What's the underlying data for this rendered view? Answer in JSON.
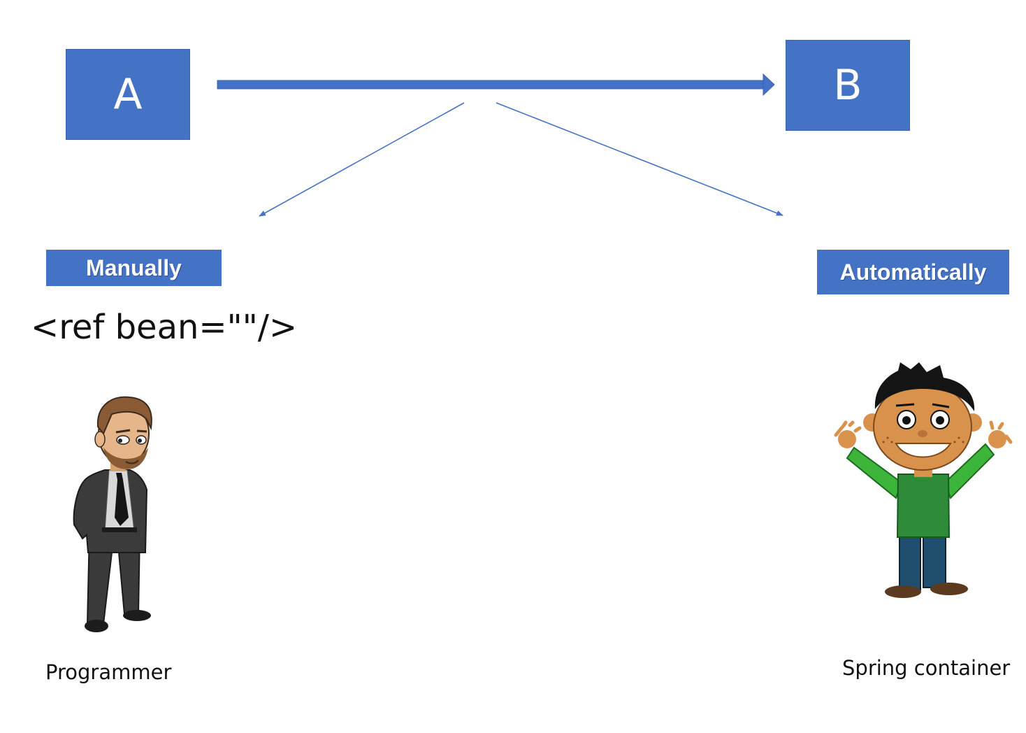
{
  "nodes": {
    "a_label": "A",
    "b_label": "B"
  },
  "banners": {
    "manual_label": "Manually",
    "auto_label": "Automatically"
  },
  "code_snippet": "<ref bean=\"\"/>",
  "captions": {
    "programmer": "Programmer",
    "spring": "Spring container"
  },
  "colors": {
    "accent_blue": "#4472c4",
    "arrow_blue": "#4472c4",
    "shirt_green": "#2e8b3a",
    "suit_gray": "#3b3b3b"
  }
}
